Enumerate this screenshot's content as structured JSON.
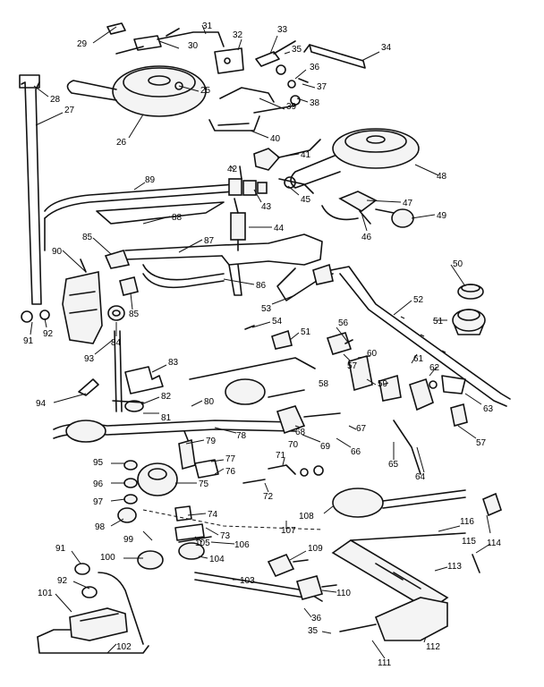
{
  "diagram": {
    "callouts": [
      {
        "id": "c29",
        "text": "29"
      },
      {
        "id": "c30",
        "text": "30"
      },
      {
        "id": "c31",
        "text": "31"
      },
      {
        "id": "c32",
        "text": "32"
      },
      {
        "id": "c33",
        "text": "33"
      },
      {
        "id": "c34",
        "text": "34"
      },
      {
        "id": "c35a",
        "text": "35"
      },
      {
        "id": "c36a",
        "text": "36"
      },
      {
        "id": "c37",
        "text": "37"
      },
      {
        "id": "c38",
        "text": "38"
      },
      {
        "id": "c25",
        "text": "25"
      },
      {
        "id": "c28",
        "text": "28"
      },
      {
        "id": "c27",
        "text": "27"
      },
      {
        "id": "c26",
        "text": "26"
      },
      {
        "id": "c39",
        "text": "39"
      },
      {
        "id": "c40",
        "text": "40"
      },
      {
        "id": "c41",
        "text": "41"
      },
      {
        "id": "c48",
        "text": "48"
      },
      {
        "id": "c42",
        "text": "42"
      },
      {
        "id": "c43",
        "text": "43"
      },
      {
        "id": "c45",
        "text": "45"
      },
      {
        "id": "c47",
        "text": "47"
      },
      {
        "id": "c46",
        "text": "46"
      },
      {
        "id": "c49",
        "text": "49"
      },
      {
        "id": "c89",
        "text": "89"
      },
      {
        "id": "c88",
        "text": "88"
      },
      {
        "id": "c44",
        "text": "44"
      },
      {
        "id": "c87",
        "text": "87"
      },
      {
        "id": "c85a",
        "text": "85"
      },
      {
        "id": "c90",
        "text": "90"
      },
      {
        "id": "c86",
        "text": "86"
      },
      {
        "id": "c85b",
        "text": "85"
      },
      {
        "id": "c50",
        "text": "50"
      },
      {
        "id": "c52",
        "text": "52"
      },
      {
        "id": "c53",
        "text": "53"
      },
      {
        "id": "c91a",
        "text": "91"
      },
      {
        "id": "c92a",
        "text": "92"
      },
      {
        "id": "c84",
        "text": "84"
      },
      {
        "id": "c54",
        "text": "54"
      },
      {
        "id": "c51a",
        "text": "51"
      },
      {
        "id": "c51b",
        "text": "51"
      },
      {
        "id": "c56",
        "text": "56"
      },
      {
        "id": "c93",
        "text": "93"
      },
      {
        "id": "c83",
        "text": "83"
      },
      {
        "id": "c57a",
        "text": "57"
      },
      {
        "id": "c60",
        "text": "60"
      },
      {
        "id": "c61",
        "text": "61"
      },
      {
        "id": "c62",
        "text": "62"
      },
      {
        "id": "c94",
        "text": "94"
      },
      {
        "id": "c82",
        "text": "82"
      },
      {
        "id": "c58",
        "text": "58"
      },
      {
        "id": "c59",
        "text": "59"
      },
      {
        "id": "c63",
        "text": "63"
      },
      {
        "id": "c80",
        "text": "80"
      },
      {
        "id": "c81",
        "text": "81"
      },
      {
        "id": "c68",
        "text": "68"
      },
      {
        "id": "c67",
        "text": "67"
      },
      {
        "id": "c69",
        "text": "69"
      },
      {
        "id": "c70",
        "text": "70"
      },
      {
        "id": "c57b",
        "text": "57"
      },
      {
        "id": "c78",
        "text": "78"
      },
      {
        "id": "c66",
        "text": "66"
      },
      {
        "id": "c79",
        "text": "79"
      },
      {
        "id": "c65",
        "text": "65"
      },
      {
        "id": "c64",
        "text": "64"
      },
      {
        "id": "c95",
        "text": "95"
      },
      {
        "id": "c77",
        "text": "77"
      },
      {
        "id": "c71",
        "text": "71"
      },
      {
        "id": "c76",
        "text": "76"
      },
      {
        "id": "c96",
        "text": "96"
      },
      {
        "id": "c75",
        "text": "75"
      },
      {
        "id": "c72",
        "text": "72"
      },
      {
        "id": "c97",
        "text": "97"
      },
      {
        "id": "c108",
        "text": "108"
      },
      {
        "id": "c74",
        "text": "74"
      },
      {
        "id": "c73",
        "text": "73"
      },
      {
        "id": "c98",
        "text": "98"
      },
      {
        "id": "c107",
        "text": "107"
      },
      {
        "id": "c116",
        "text": "116"
      },
      {
        "id": "c99",
        "text": "99"
      },
      {
        "id": "c105",
        "text": "105"
      },
      {
        "id": "c106",
        "text": "106"
      },
      {
        "id": "c115",
        "text": "115"
      },
      {
        "id": "c114",
        "text": "114"
      },
      {
        "id": "c104",
        "text": "104"
      },
      {
        "id": "c109",
        "text": "109"
      },
      {
        "id": "c100",
        "text": "100"
      },
      {
        "id": "c91b",
        "text": "91"
      },
      {
        "id": "c113",
        "text": "113"
      },
      {
        "id": "c103",
        "text": "103"
      },
      {
        "id": "c92b",
        "text": "92"
      },
      {
        "id": "c110",
        "text": "110"
      },
      {
        "id": "c101",
        "text": "101"
      },
      {
        "id": "c36b",
        "text": "36"
      },
      {
        "id": "c35b",
        "text": "35"
      },
      {
        "id": "c112",
        "text": "112"
      },
      {
        "id": "c102",
        "text": "102"
      },
      {
        "id": "c111",
        "text": "111"
      }
    ]
  }
}
